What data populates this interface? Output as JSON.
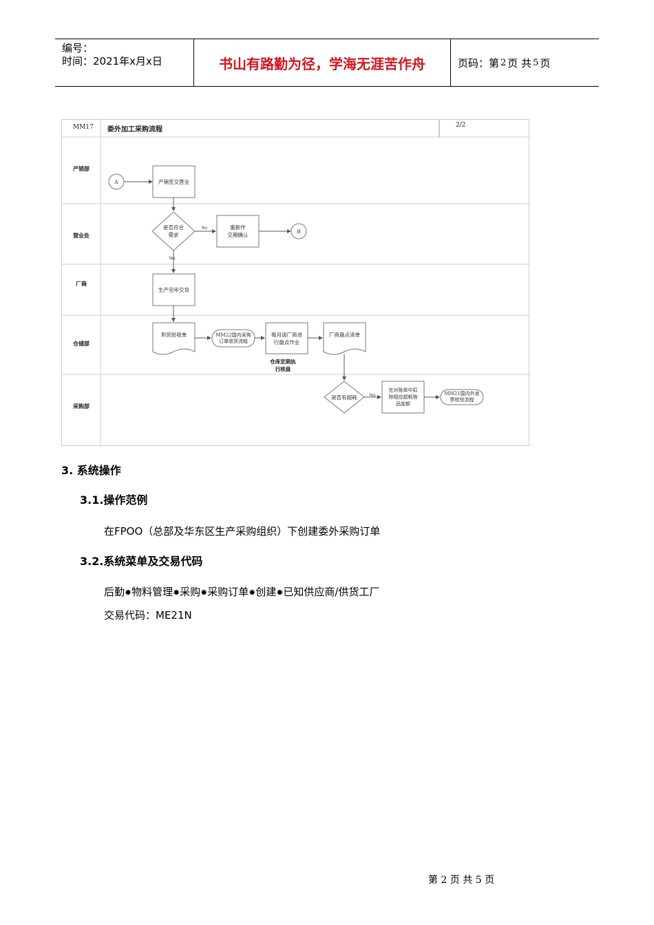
{
  "header": {
    "number_label": "编号：",
    "time_label": "时间：2021年x月x日",
    "slogan": "书山有路勤为径，学海无涯苦作舟",
    "page_prefix": "页码：第",
    "page_current": "2",
    "page_mid": "页  共",
    "page_total": "5",
    "page_suffix": "页"
  },
  "flowchart": {
    "code": "MM17",
    "title": "委外加工采购流程",
    "page": "2/2",
    "lanes": [
      "产销部",
      "营业处",
      "厂商",
      "仓储部",
      "采购部"
    ],
    "nodes": {
      "connector_a": "A",
      "connector_b": "B",
      "sales_submit": "产销签交营业",
      "meets_req": "是否符合\n需求",
      "reconfirm": "重新作\n交期确认",
      "vendor_deliver": "生产完毕交货",
      "receive_doc": "到货验收单",
      "mm22": "MM22国内采购\n订单收货流程",
      "monthly_inventory": "每月请厂商进\n行盘点作业",
      "vendor_list": "厂商盘点清单",
      "warehouse_note": "仓库定期执\n行核盘",
      "overuse": "是否有超耗",
      "deduct": "在对账单中扣\n除相应超耗物\n品金额",
      "mm21": "MM21国内外发\n票校验流程"
    },
    "labels": {
      "no": "No",
      "yes1": "Yes",
      "yes2": "Yes"
    }
  },
  "sections": {
    "s3": "3.  系统操作",
    "s31": "3.1.操作范例",
    "s31_text": "在FPOO（总部及华东区生产采购组织）下创建委外采购订单",
    "s32": "3.2.系统菜单及交易代码",
    "menu": [
      "后勤",
      "物料管理",
      "采购",
      "采购订单",
      "创建",
      "已知供应商/供货工厂"
    ],
    "tcode": "交易代码：ME21N"
  },
  "footer": "第 2 页 共 5 页"
}
